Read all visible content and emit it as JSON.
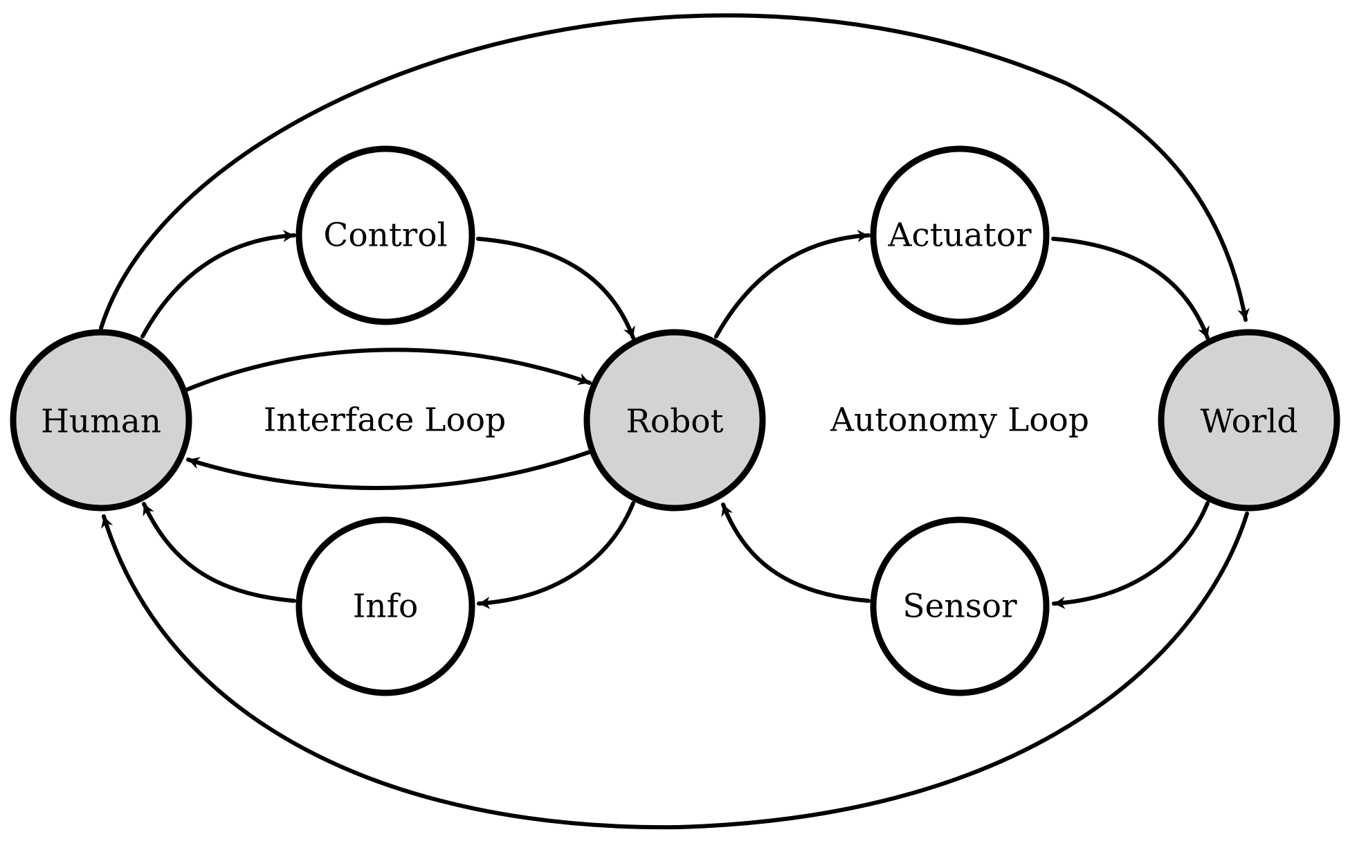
{
  "colors": {
    "primary_node_fill": "#d3d3d3",
    "secondary_node_fill": "#ffffff",
    "stroke": "#000000",
    "background": "#ffffff"
  },
  "nodes": {
    "human": {
      "label": "Human",
      "kind": "primary"
    },
    "robot": {
      "label": "Robot",
      "kind": "primary"
    },
    "world": {
      "label": "World",
      "kind": "primary"
    },
    "control": {
      "label": "Control",
      "kind": "secondary"
    },
    "info": {
      "label": "Info",
      "kind": "secondary"
    },
    "actuator": {
      "label": "Actuator",
      "kind": "secondary"
    },
    "sensor": {
      "label": "Sensor",
      "kind": "secondary"
    }
  },
  "loops": {
    "interface": "Interface Loop",
    "autonomy": "Autonomy Loop"
  },
  "edges": [
    {
      "from": "human",
      "to": "control"
    },
    {
      "from": "control",
      "to": "robot"
    },
    {
      "from": "human",
      "to": "robot"
    },
    {
      "from": "robot",
      "to": "human"
    },
    {
      "from": "robot",
      "to": "info"
    },
    {
      "from": "info",
      "to": "human"
    },
    {
      "from": "robot",
      "to": "actuator"
    },
    {
      "from": "actuator",
      "to": "world"
    },
    {
      "from": "world",
      "to": "sensor"
    },
    {
      "from": "sensor",
      "to": "robot"
    },
    {
      "from": "human",
      "to": "world"
    },
    {
      "from": "world",
      "to": "human"
    }
  ]
}
